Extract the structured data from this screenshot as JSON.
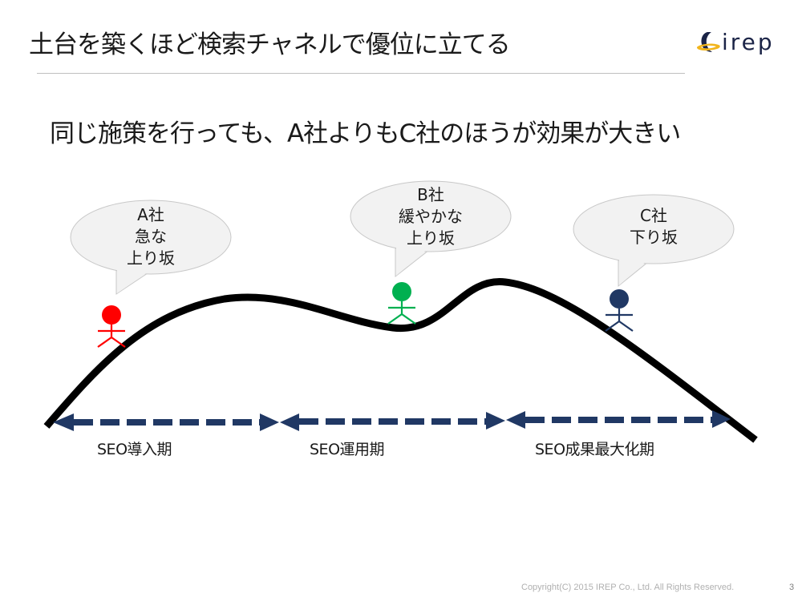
{
  "slide": {
    "title": "土台を築くほど検索チャネルで優位に立てる",
    "subtitle": "同じ施策を行っても、A社よりもC社のほうが効果が大きい",
    "logo": {
      "text": "irep",
      "icon": "irep-orbit-logo-icon",
      "colors": {
        "primary": "#1b2447",
        "accent": "#f2b51c"
      }
    },
    "bubbles": [
      {
        "id": "a",
        "lines": [
          "A社",
          "急な",
          "上り坂"
        ],
        "figure_color": "#ff0000",
        "figure_icon": "stick-figure-icon"
      },
      {
        "id": "b",
        "lines": [
          "B社",
          "緩やかな",
          "上り坂"
        ],
        "figure_color": "#00b050",
        "figure_icon": "stick-figure-icon"
      },
      {
        "id": "c",
        "lines": [
          "C社",
          "下り坂"
        ],
        "figure_color": "#203864",
        "figure_icon": "stick-figure-icon"
      }
    ],
    "phases": [
      {
        "label": "SEO導入期"
      },
      {
        "label": "SEO運用期"
      },
      {
        "label": "SEO成果最大化期"
      }
    ],
    "arrow_color": "#203864",
    "curve_color": "#000000",
    "bubble_fill": "#f2f2f2",
    "bubble_stroke": "#c8c8c8",
    "footer": {
      "copyright": "Copyright(C) 2015 IREP Co., Ltd. All Rights Reserved.",
      "page_number": "3"
    }
  }
}
